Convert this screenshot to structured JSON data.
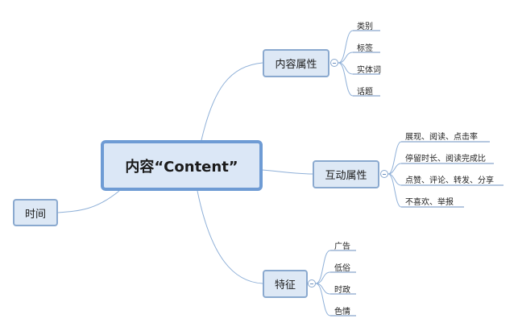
{
  "root": {
    "label": "内容“Content”"
  },
  "time": {
    "label": "时间"
  },
  "branches": {
    "content_attr": {
      "label": "内容属性",
      "items": [
        "类别",
        "标签",
        "实体词",
        "话题"
      ]
    },
    "interaction_attr": {
      "label": "互动属性",
      "items": [
        "展现、阅读、点击率",
        "停留时长、阅读完成比",
        "点赞、评论、转发、分享",
        "不喜欢、举报"
      ]
    },
    "features": {
      "label": "特征",
      "items": [
        "广告",
        "低俗",
        "时政",
        "色情"
      ]
    }
  },
  "colors": {
    "line": "#8fb0d8",
    "node_fill": "#dde8f5",
    "node_border": "#8aa9cf",
    "root_border": "#6e9bd4",
    "underline": "#6b8fbf"
  }
}
